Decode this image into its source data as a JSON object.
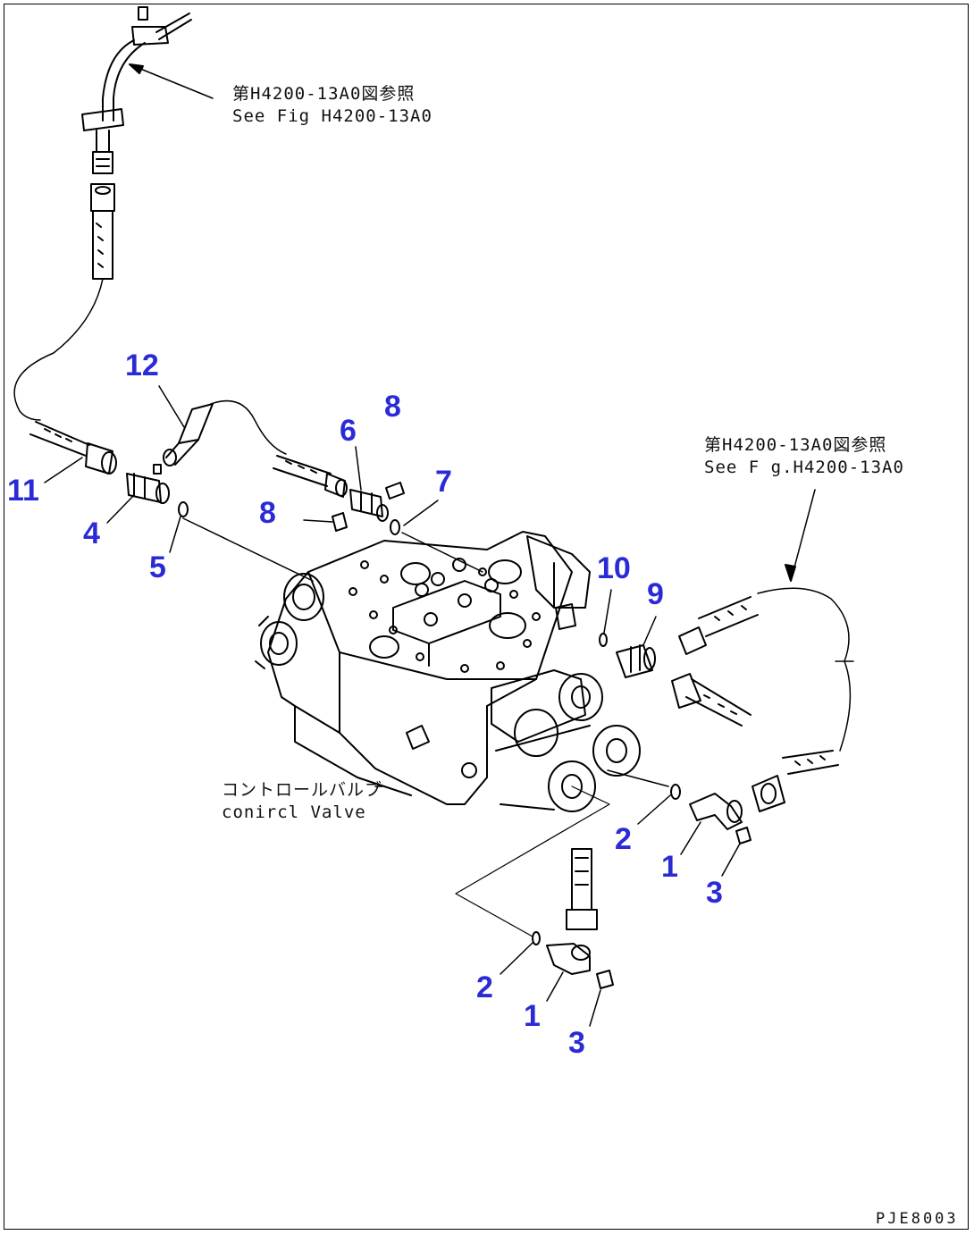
{
  "references": {
    "top": {
      "jp": "第H4200-13A0図参照",
      "en": "See Fig H4200-13A0"
    },
    "right": {
      "jp": "第H4200-13A0図参照",
      "en": "See F g.H4200-13A0"
    }
  },
  "component": {
    "jp": "コントロールバルブ",
    "en": "conircl Valve"
  },
  "callouts": [
    {
      "id": "c12",
      "text": "12"
    },
    {
      "id": "c8a",
      "text": "8"
    },
    {
      "id": "c6",
      "text": "6"
    },
    {
      "id": "c7",
      "text": "7"
    },
    {
      "id": "c8b",
      "text": "8"
    },
    {
      "id": "c11",
      "text": "11"
    },
    {
      "id": "c4",
      "text": "4"
    },
    {
      "id": "c5",
      "text": "5"
    },
    {
      "id": "c10",
      "text": "10"
    },
    {
      "id": "c9",
      "text": "9"
    },
    {
      "id": "c2a",
      "text": "2"
    },
    {
      "id": "c1a",
      "text": "1"
    },
    {
      "id": "c3a",
      "text": "3"
    },
    {
      "id": "c2b",
      "text": "2"
    },
    {
      "id": "c1b",
      "text": "1"
    },
    {
      "id": "c3b",
      "text": "3"
    }
  ],
  "drawing_code": "PJE8003",
  "colors": {
    "callout": "#2b2bd6",
    "line": "#000000"
  }
}
